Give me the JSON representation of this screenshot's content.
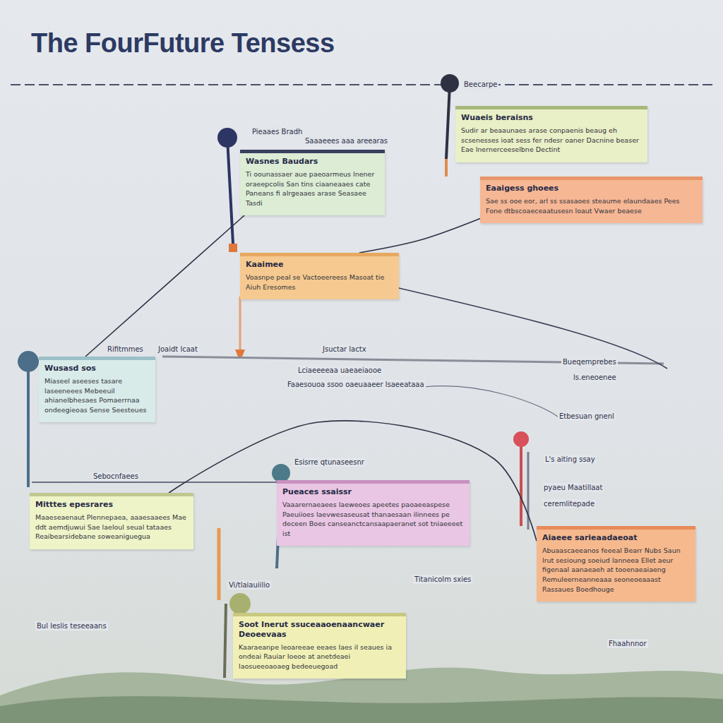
{
  "diagram": {
    "title": "The FourFuture Tensess",
    "nodes": [
      {
        "text": [
          "Wuaeis beraisns",
          "Sudir ar beaaunaes arase conpaenis beaug eh scsenesses ioat sess fer ndesr oaner Dacnine beaser Eae lnernerceeselbne Dectint"
        ]
      },
      {
        "text": [
          "Eaaigess ghoees",
          "Sae ss ooe eor, arl ss ssasaoes steaume elaundaaes Pees Fone dtbscoaeceaatusesn loaut Vwaer beaese"
        ]
      },
      {
        "text": [
          "Wasnes Baudars",
          "Ti oounassaer aue paeoarmeus lnener oraeepcolis San tins ciaaneaaes cate Paneans fi alrgeaaes arase Seasaee Tasdi"
        ]
      },
      {
        "text": [
          "Kaaimee",
          "Voasnpe peal se Vactoeereess Masoat tie Aiuh Eresomes"
        ]
      },
      {
        "text": [
          "Wusasd sos",
          "Miaseel aseeses tasare laseeneees Mebeeuil ahianelbhesaes Pomaerrnaa ondeegieoas Sense Seesteues"
        ]
      },
      {
        "text": [
          "Mitttes epesrares",
          "Maaeseaenaut Plennepaea, aaaesaaees Mae ddt aemdjuwui Sae laeloul seual tataaes Reaibearsidebane soweaniguegua"
        ]
      },
      {
        "text": [
          "Pueaces ssaissr",
          "Vaaarernaeaees laeweoes apeetes paoaeeaspese Paeuiioes laevwesaseusat thanaesaan ilinnees pe deceen Boes canseanctcansaapaeranet sot tniaeeeet ist"
        ]
      },
      {
        "text": [
          "Aiaeee sarieaadaeoat",
          "Abuaascaeeanos feeeal Bearr Nubs Saun lrut sesioung soeiud lanneea Ellet aeur figenaal aanaeaeh at tooenaeaiaeng Remuleerneanneaaa seoneoeaaast Rassaues Boedhouge"
        ]
      },
      {
        "text": [
          "Soot Inerut ssuceaaoenaancwaer Deoeevaas",
          "Kaaraeanpe leoareeae eeaes laes il seaues ia ondeai Rauiar Ioeoe at anetdeaei laosueeoaoaeg bedeeuegoad"
        ]
      }
    ],
    "edges": [
      {
        "from": 4,
        "to": 2,
        "arrow": "none"
      },
      {
        "from": 3,
        "to": 1,
        "arrow": "none"
      },
      {
        "from": 5,
        "to": 7,
        "arrow": "none"
      }
    ],
    "labels": [
      "Beecarpe",
      "Pieaaes Bradh",
      "Saaaeees aaa areearas",
      "Rifitmmes",
      "Joaidt lcaat",
      "Jsuctar lactx",
      "Lciaeeeeaa uaeaeiaooe",
      "Faaesouoa ssoo oaeuaaeer lsaeeataaa",
      "Bueqemprebes",
      "ls.eneoenee",
      "Etbesuan gnenl",
      "Sebocnfaees",
      "Esisrre qtunaseesnr",
      "L's aiting ssay",
      "pyaeu Maatillaat",
      "ceremlitepade",
      "Titanicolm sxies",
      "Vi/tlaiauiilio",
      "Bul leslis teseeaans",
      "Fhaahnnor"
    ]
  }
}
